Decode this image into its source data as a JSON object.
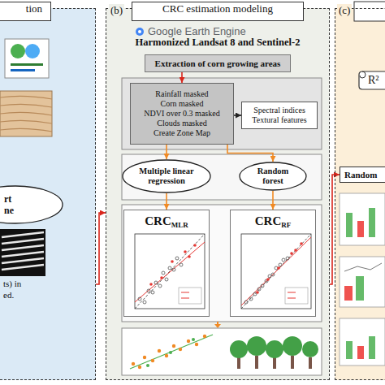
{
  "diagram": {
    "nodes": [
      {
        "text": [
          "tion"
        ]
      },
      {
        "text": [
          "rt ne"
        ],
        "in": 0
      },
      {
        "text": [
          "(b)",
          "CRC estimation modeling"
        ]
      },
      {
        "text": [
          "Extraction of corn growing areas"
        ],
        "in": 2
      },
      {
        "text": [
          "Rainfall masked",
          "Corn masked",
          "NDVI over 0.3 masked",
          "Clouds masked",
          "Create Zone Map"
        ],
        "in": 2
      },
      {
        "text": [
          "Spectral indices Textural features"
        ],
        "in": 2
      },
      {
        "text": [
          "Multiple linear regression"
        ],
        "in": 2
      },
      {
        "text": [
          "Random forest"
        ],
        "in": 2
      },
      {
        "text": [
          "CRC",
          "MLR"
        ],
        "in": 2
      },
      {
        "text": [
          "CRC",
          "RF"
        ],
        "in": 2
      },
      {
        "text": [
          "(c)"
        ]
      },
      {
        "text": [
          "R²"
        ],
        "in": 10
      },
      {
        "text": [
          "Random"
        ],
        "in": 10
      }
    ],
    "edges": [
      {
        "from": 0,
        "to": 2,
        "arrow": "to"
      },
      {
        "from": 3,
        "to": 4,
        "arrow": "to"
      },
      {
        "from": 4,
        "to": 5,
        "arrow": "to"
      },
      {
        "from": 4,
        "to": 6,
        "arrow": "to"
      },
      {
        "from": 4,
        "to": 7,
        "arrow": "to"
      },
      {
        "from": 6,
        "to": 8,
        "arrow": "to"
      },
      {
        "from": 7,
        "to": 9,
        "arrow": "to"
      },
      {
        "from": 2,
        "to": 12,
        "arrow": "to"
      }
    ],
    "labels": [
      "Google Earth Engine",
      "Harmonized Landsat 8 and Sentinel-2",
      "ts) in",
      "ed."
    ]
  }
}
